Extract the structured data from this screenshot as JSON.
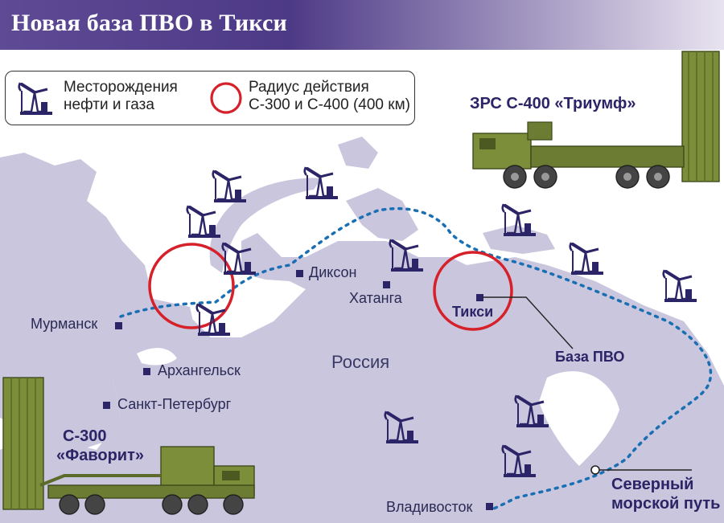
{
  "title": "Новая база ПВО в Тикси",
  "legend": {
    "oil": "Месторождения\nнефти и газа",
    "radius": "Радиус действия\nС-300 и С-400 (400 км)"
  },
  "cities": {
    "murmansk": "Мурманск",
    "arkhangelsk": "Архангельск",
    "spb": "Санкт-Петербург",
    "dikson": "Диксон",
    "khatanga": "Хатанга",
    "tiksi": "Тикси",
    "vladivostok": "Владивосток"
  },
  "labels": {
    "russia": "Россия",
    "base": "База ПВО",
    "s400": "ЗРС С-400 «Триумф»",
    "s300_line1": "С-300",
    "s300_line2": "«Фаворит»",
    "nsr_line1": "Северный",
    "nsr_line2": "морской путь"
  },
  "icons": [
    "oil-derrick-icon",
    "radius-circle-icon",
    "city-marker-icon",
    "missile-launcher-icon"
  ],
  "colors": {
    "land": "#c9c6dd",
    "sea": "#ffffff",
    "route": "#1a6fb3",
    "radius": "#d6202a",
    "marker": "#2b2466",
    "header": "#4d3a86"
  }
}
